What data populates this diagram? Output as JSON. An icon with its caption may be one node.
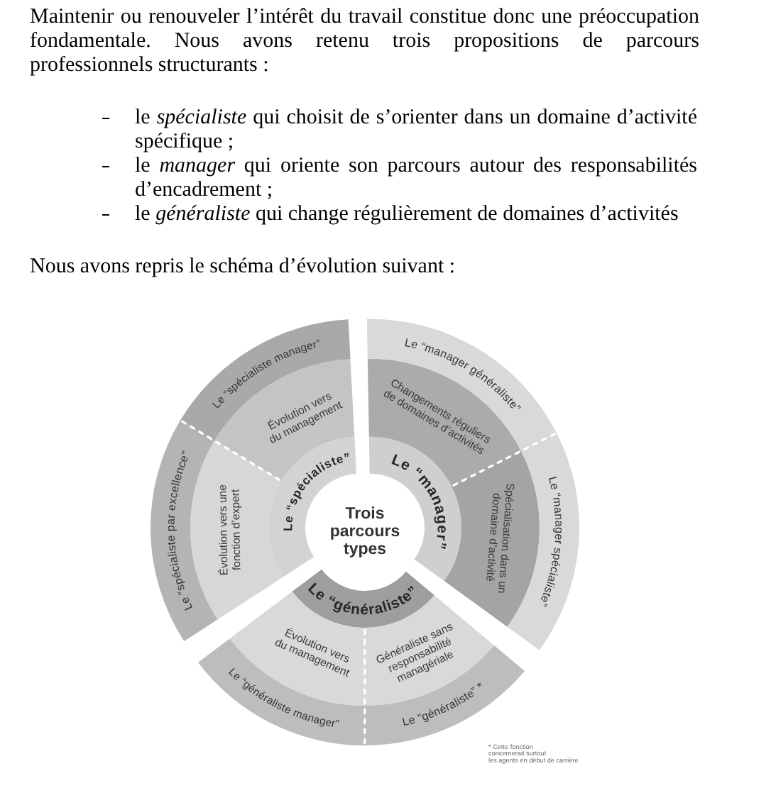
{
  "diagram": {
    "nodes": [
      {
        "text": [
          "Trois parcours types"
        ]
      },
      {
        "text": [
          "Le “spécialiste”"
        ]
      },
      {
        "text": [
          "Le “manager”"
        ]
      },
      {
        "text": [
          "Le “généraliste”"
        ]
      },
      {
        "text": [
          "Évolution vers du management"
        ]
      },
      {
        "text": [
          "Évolution vers une fonction d’expert"
        ]
      },
      {
        "text": [
          "Changements réguliers de domaines d’activités"
        ]
      },
      {
        "text": [
          "Spécialisation dans un domaine d’activité"
        ]
      },
      {
        "text": [
          "Évolution vers du management"
        ]
      },
      {
        "text": [
          "Généraliste sans responsabilité managériale"
        ]
      },
      {
        "text": [
          "Le “spécialiste manager”"
        ]
      },
      {
        "text": [
          "Le “spécialiste par excellence”"
        ]
      },
      {
        "text": [
          "Le “manager généraliste”"
        ]
      },
      {
        "text": [
          "Le “manager spécialiste”"
        ]
      },
      {
        "text": [
          "Le “généraliste manager”"
        ]
      },
      {
        "text": [
          "Le “généraliste” *"
        ]
      }
    ],
    "labels": [
      "Maintenir ou renouveler l’intérêt du travail constitue donc une préoccupation fondamentale. Nous avons retenu trois propositions de parcours professionnels structurants :",
      "le *spécialiste* qui choisit de s’orienter dans un domaine d’activité spécifique ;",
      "le *manager* qui oriente son parcours autour des responsabilités d’encadrement ;",
      "le *généraliste* qui change régulièrement de domaines d’activités",
      "Nous avons repris le schéma d’évolution suivant :",
      "* Cette fonction concernerait surtout les agents en début de carrière"
    ]
  }
}
